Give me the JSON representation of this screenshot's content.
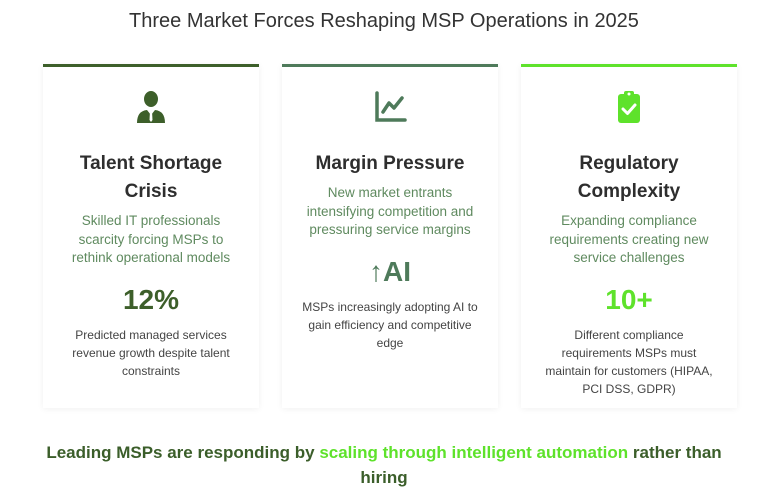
{
  "title": "Three Market Forces Reshaping MSP Operations in 2025",
  "colors": {
    "dark_green": "#3d5f2a",
    "mid_green": "#4e7a5a",
    "bright_green": "#5ee22b"
  },
  "cards": [
    {
      "icon": "user-tie-icon",
      "heading": "Talent Shortage Crisis",
      "description": "Skilled IT professionals scarcity forcing MSPs to rethink operational models",
      "stat": "12%",
      "stat_desc": "Predicted managed services revenue growth despite talent constraints"
    },
    {
      "icon": "chart-line-icon",
      "heading": "Margin Pressure",
      "description": "New market entrants intensifying competition and pressuring service margins",
      "stat": "↑AI",
      "stat_desc": "MSPs increasingly adopting AI to gain efficiency and competitive edge"
    },
    {
      "icon": "clipboard-check-icon",
      "heading": "Regulatory Complexity",
      "description": "Expanding compliance requirements creating new service challenges",
      "stat": "10+",
      "stat_desc": "Different compliance requirements MSPs must maintain for customers (HIPAA, PCI DSS, GDPR)"
    }
  ],
  "footer": {
    "before": "Leading MSPs are responding by ",
    "highlight": "scaling through intelligent automation",
    "after": " rather than hiring"
  }
}
